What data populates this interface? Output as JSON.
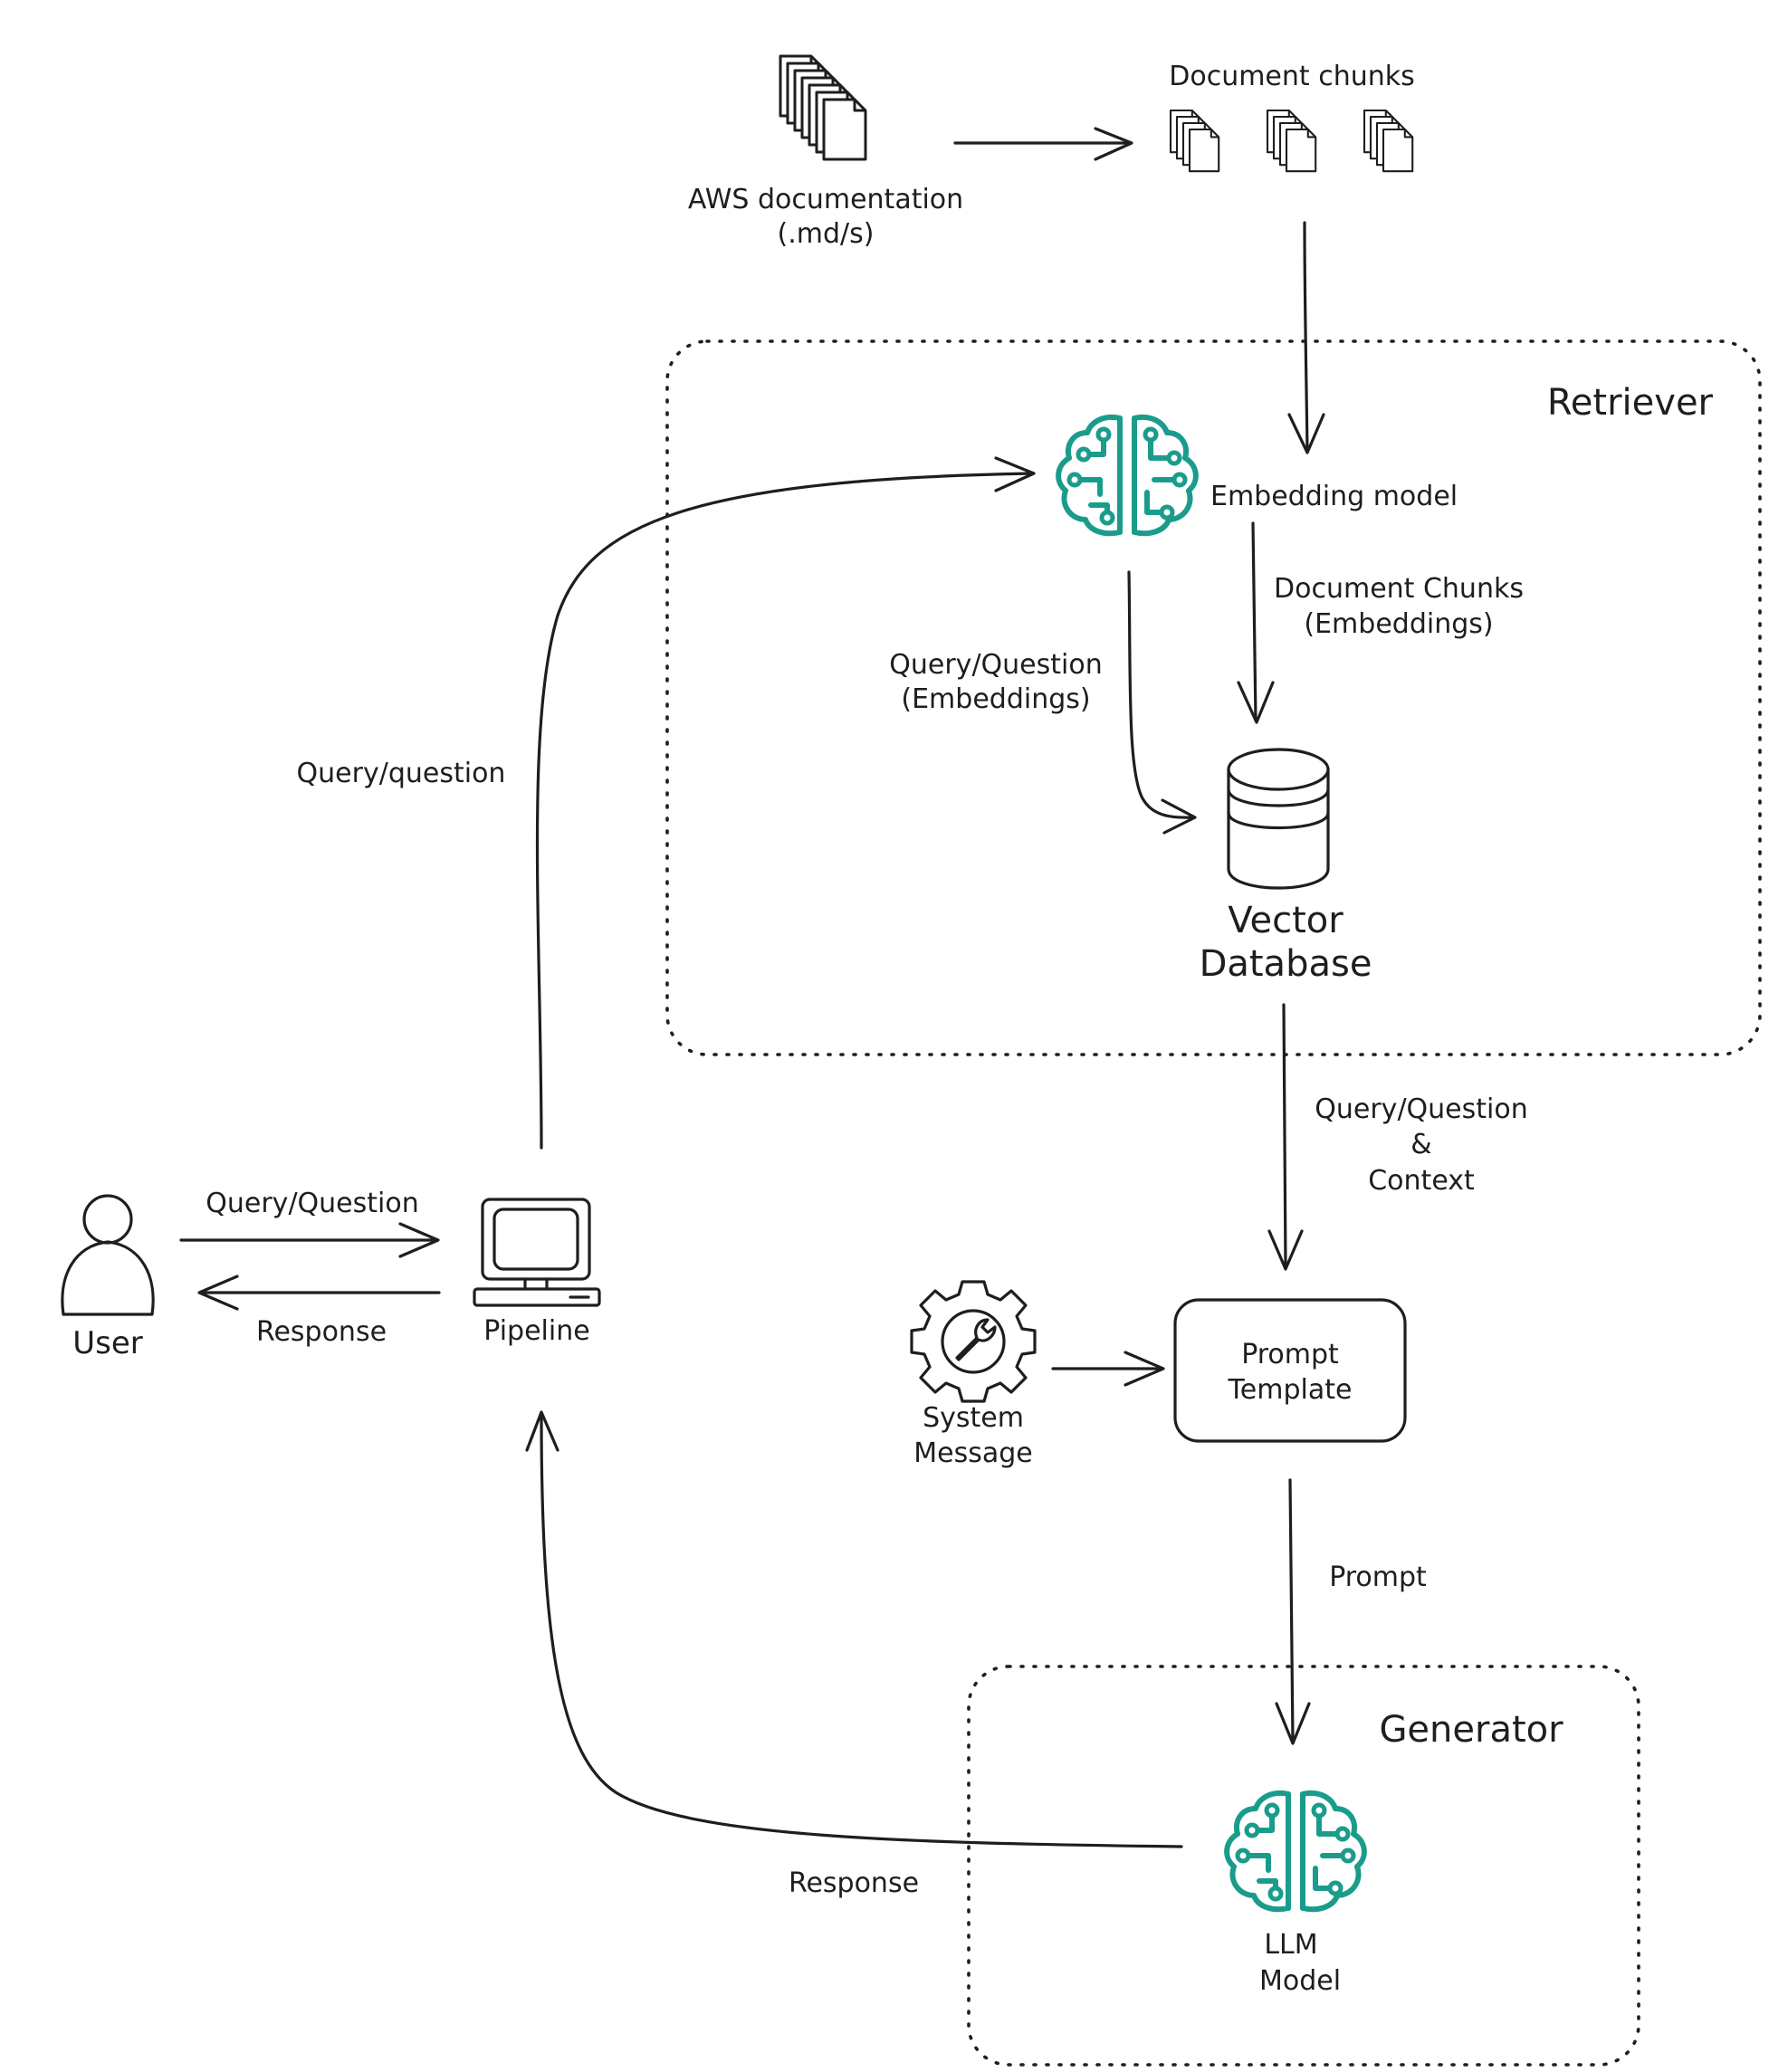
{
  "source": {
    "label_line1": "AWS documentation",
    "label_line2": "(.md/s)",
    "icon": "documents-icon"
  },
  "chunks": {
    "label": "Document chunks",
    "icon": "document-stack-icon"
  },
  "retriever": {
    "title": "Retriever",
    "embedding_label": "Embedding model",
    "chunks_edge_line1": "Document Chunks",
    "chunks_edge_line2": "(Embeddings)",
    "query_edge_line1": "Query/Question",
    "query_edge_line2": "(Embeddings)",
    "db_line1": "Vector",
    "db_line2": "Database"
  },
  "pipeline_to_embed": {
    "label": "Query/question"
  },
  "user": {
    "label": "User",
    "icon": "user-icon"
  },
  "user_to_pipeline": {
    "label": "Query/Question"
  },
  "pipeline_to_user": {
    "label": "Response"
  },
  "pipeline": {
    "label": "Pipeline",
    "icon": "computer-icon"
  },
  "db_to_prompt": {
    "line1": "Query/Question",
    "line2": "&",
    "line3": "Context"
  },
  "system": {
    "line1": "System",
    "line2": "Message",
    "icon": "gear-wrench-icon"
  },
  "prompt_template": {
    "line1": "Prompt",
    "line2": "Template"
  },
  "prompt_edge": {
    "label": "Prompt"
  },
  "generator": {
    "title": "Generator",
    "llm_line1": "LLM",
    "llm_line2": "Model"
  },
  "llm_to_pipeline": {
    "label": "Response"
  },
  "colors": {
    "ink": "#1e1e1e",
    "accent": "#1a9c8c"
  }
}
